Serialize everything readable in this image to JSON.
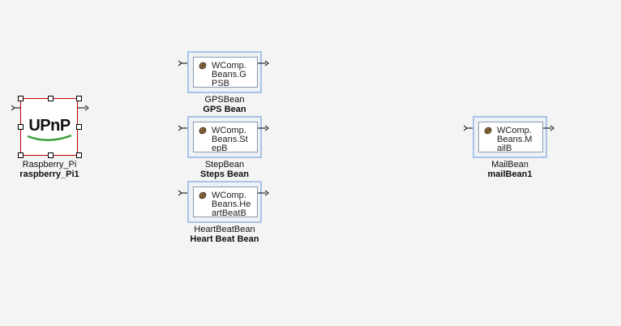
{
  "canvas": {
    "background": "#f4f4f4"
  },
  "colors": {
    "bean_border": "#a9c4e6",
    "selection_border": "#c00000",
    "logo_green": "#3a9b3a"
  },
  "devices": [
    {
      "logo_text": "UPnP",
      "type_label": "Raspberry_Pi",
      "instance_name": "raspberry_Pi1",
      "icon": "upnp-logo-icon"
    }
  ],
  "beans": [
    {
      "code_text": "WComp.\nBeans.G\nPSB",
      "type_label": "GPSBean",
      "instance_name": "GPS Bean",
      "icon": "coffee-bean-icon"
    },
    {
      "code_text": "WComp.\nBeans.St\nepB",
      "type_label": "StepBean",
      "instance_name": "Steps Bean",
      "icon": "coffee-bean-icon"
    },
    {
      "code_text": "WComp.\nBeans.He\nartBeatB",
      "type_label": "HeartBeatBean",
      "instance_name": "Heart Beat Bean",
      "icon": "coffee-bean-icon"
    },
    {
      "code_text": "WComp.\nBeans.M\nailB",
      "type_label": "MailBean",
      "instance_name": "mailBean1",
      "icon": "coffee-bean-icon"
    }
  ]
}
